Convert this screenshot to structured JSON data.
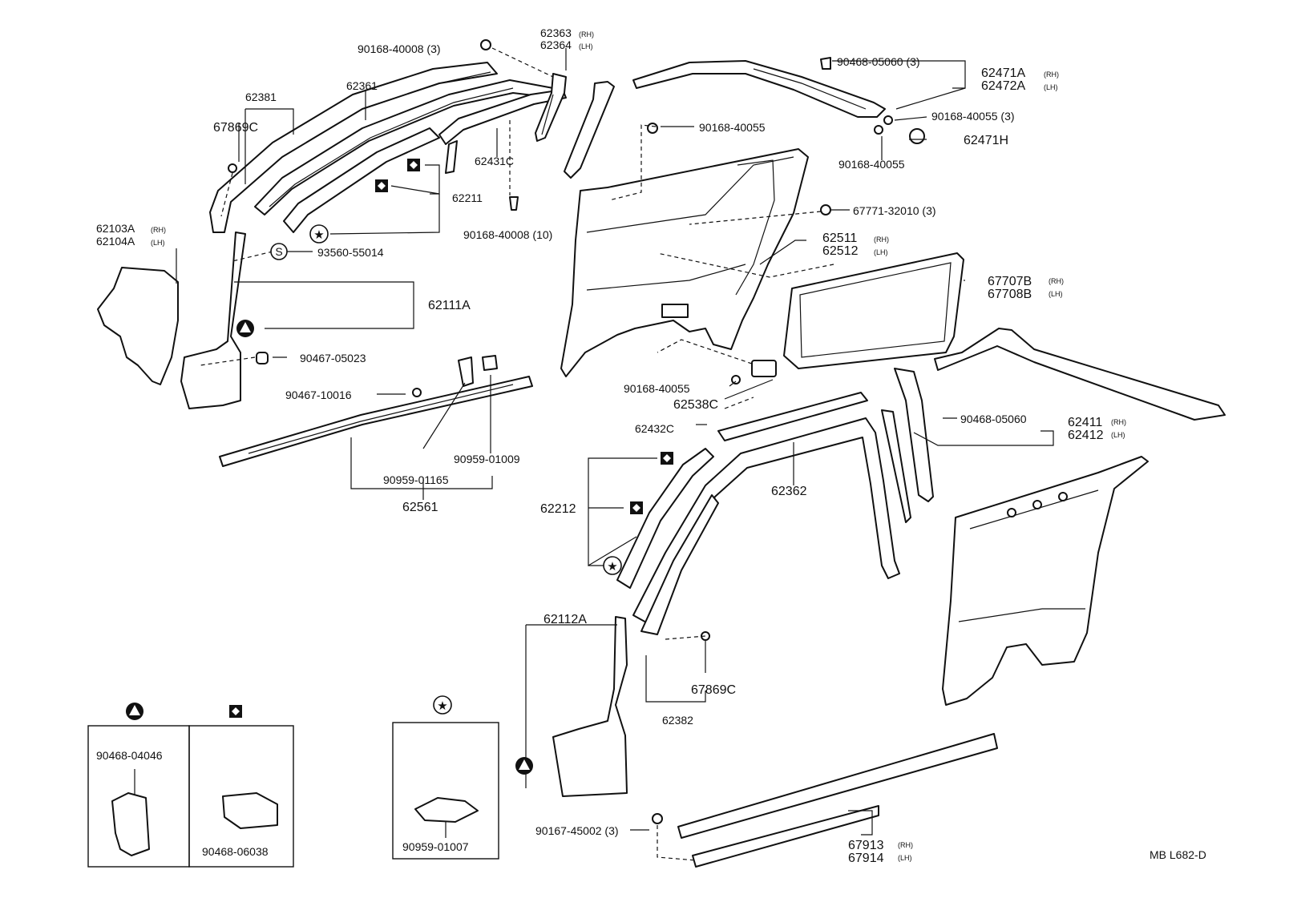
{
  "labels": {
    "p90168_40008_3": "90168-40008 (3)",
    "p62363": "62363",
    "p62364": "62364",
    "rh": "(RH)",
    "lh": "(LH)",
    "p62381": "62381",
    "p62361": "62361",
    "p67869c_top": "67869C",
    "p62431c": "62431C",
    "p62211": "62211",
    "p90168_40008_10": "90168-40008 (10)",
    "p62103a": "62103A",
    "p62104a": "62104A",
    "p93560": "93560-55014",
    "p62111a": "62111A",
    "p90467_05023": "90467-05023",
    "p90467_10016": "90467-10016",
    "p90959_01009": "90959-01009",
    "p90959_01165": "90959-01165",
    "p62561": "62561",
    "p90468_05060_3": "90468-05060 (3)",
    "p62471a": "62471A",
    "p62472a": "62472A",
    "p90168_40055_3": "90168-40055 (3)",
    "p90168_40055_a": "90168-40055",
    "p62471h": "62471H",
    "p90168_40055_b": "90168-40055",
    "p67771": "67771-32010 (3)",
    "p62511": "62511",
    "p62512": "62512",
    "p67707b": "67707B",
    "p67708b": "67708B",
    "p90168_40055_c": "90168-40055",
    "p62538c": "62538C",
    "p62432c": "62432C",
    "p90468_05060": "90468-05060",
    "p62411": "62411",
    "p62412": "62412",
    "p62362": "62362",
    "p62212": "62212",
    "p62112a": "62112A",
    "p67869c_bot": "67869C",
    "p62382": "62382",
    "p90468_04046": "90468-04046",
    "p90468_06038": "90468-06038",
    "p90959_01007": "90959-01007",
    "p90167_45002": "90167-45002 (3)",
    "p67913": "67913",
    "p67914": "67914",
    "ref_code": "MB  L682-D",
    "s_mark": "S"
  },
  "symbols": {
    "triangle": "triangle-circle-icon",
    "diamond": "diamond-square-icon",
    "star": "star-circle-icon"
  }
}
